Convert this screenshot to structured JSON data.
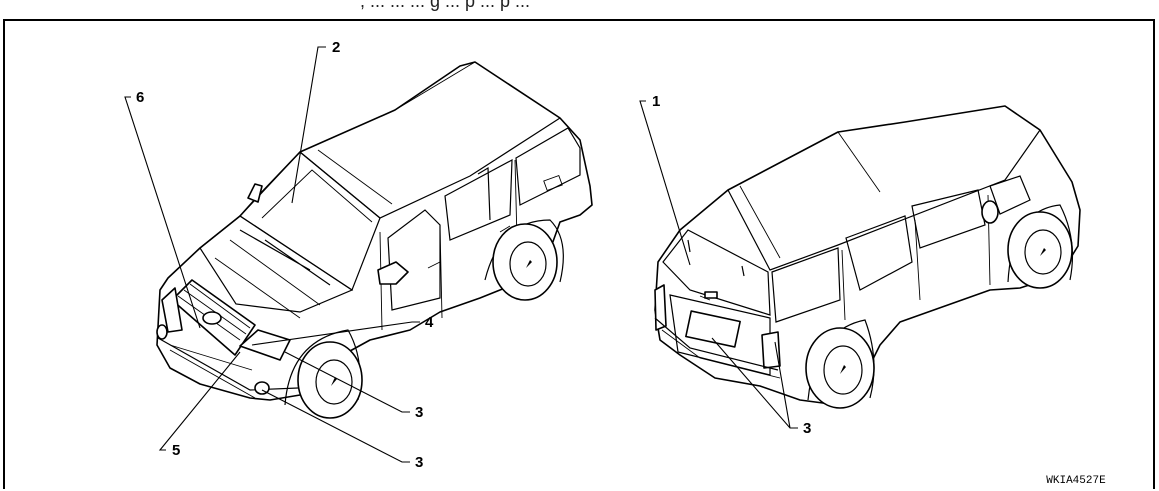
{
  "header_fragment": ", ... ... ... g ... p ... p ...",
  "figure_code": "WKIA4527E",
  "callouts": {
    "c1": "1",
    "c2": "2",
    "c3a": "3",
    "c3b": "3",
    "c3c": "3",
    "c4": "4",
    "c5": "5",
    "c6": "6"
  },
  "colors": {
    "line": "#000000",
    "background": "#ffffff"
  }
}
